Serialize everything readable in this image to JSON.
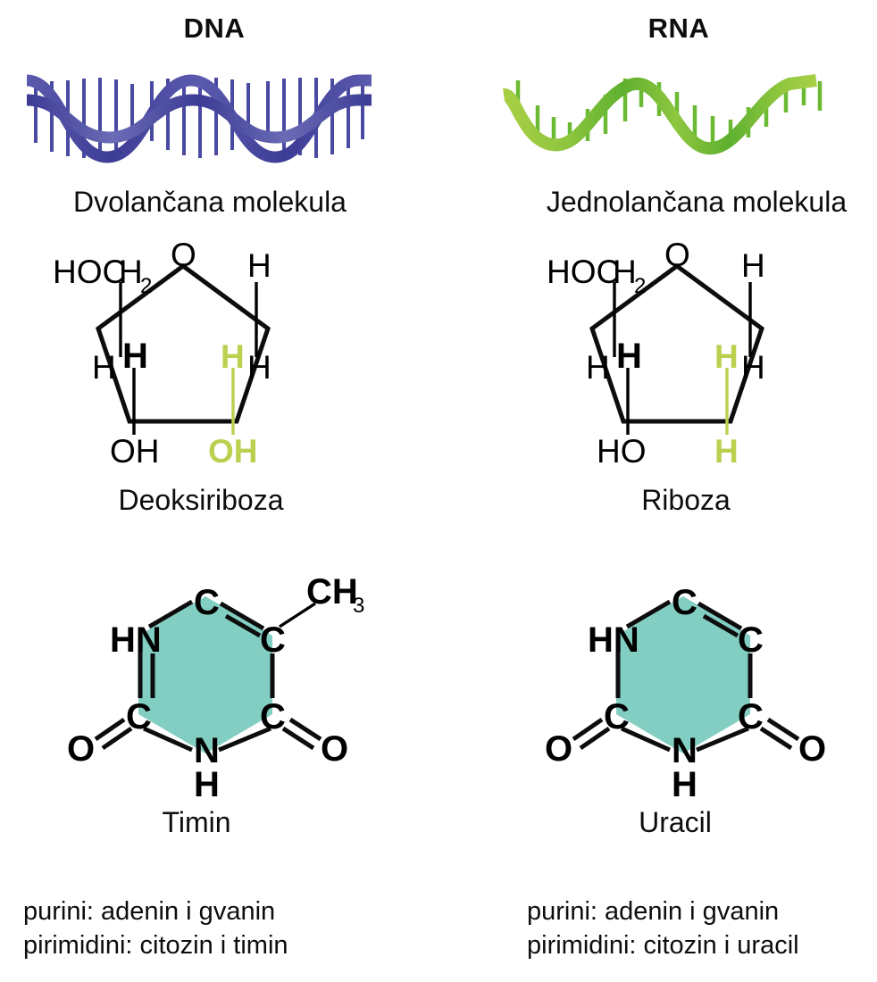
{
  "figure": {
    "title_dna": "DNA",
    "title_rna": "RNA",
    "colors": {
      "dna_helix": "#3c3c96",
      "dna_helix_light": "#6a6ab5",
      "rna_strand_dark": "#5fb030",
      "rna_strand_light": "#a8cf45",
      "rna_tick": "#6cba33",
      "sugar_fill": "#79c043",
      "base_fill": "#83cec2",
      "highlight": "#bcd04f",
      "outline": "#0d0d0d",
      "text": "#0d0d0d",
      "background": "#ffffff"
    }
  },
  "columns": [
    {
      "id": "dna",
      "title": "DNA",
      "strand_caption": "Dvolančana molekula",
      "sugar": {
        "name": "Deoksiriboza",
        "labels": {
          "top_left": "HOC",
          "top_left_h": "H",
          "top_left_sub": "2",
          "apex": "O",
          "right_top": "H",
          "right_bottom": "H",
          "left_bottom": "H",
          "inner_left": "H",
          "inner_right": "H",
          "bottom_left": "OH",
          "bottom_right": "OH"
        },
        "highlighted": [
          "inner_right",
          "bottom_right"
        ]
      },
      "base": {
        "name": "Timin",
        "atoms": {
          "top": "C",
          "top_right": "C",
          "bottom_right": "C",
          "bottom": "N",
          "bottom_h": "H",
          "bottom_left": "C",
          "top_left": "HN",
          "methyl": "CH",
          "methyl_sub": "3",
          "oxygen_left": "O",
          "oxygen_right": "O"
        }
      },
      "footer": [
        "purini: adenin i gvanin",
        "pirimidini: citozin i timin"
      ]
    },
    {
      "id": "rna",
      "title": "RNA",
      "strand_caption": "Jednolančana molekula",
      "sugar": {
        "name": "Riboza",
        "labels": {
          "top_left": "HOC",
          "top_left_h": "H",
          "top_left_sub": "2",
          "apex": "O",
          "right_top": "H",
          "right_bottom": "H",
          "left_bottom": "H",
          "inner_left": "H",
          "inner_right": "H",
          "bottom_left": "HO",
          "bottom_right": "H"
        },
        "highlighted": [
          "inner_right",
          "bottom_right"
        ]
      },
      "base": {
        "name": "Uracil",
        "atoms": {
          "top": "C",
          "top_right": "C",
          "bottom_right": "C",
          "bottom": "N",
          "bottom_h": "H",
          "bottom_left": "C",
          "top_left": "HN",
          "oxygen_left": "O",
          "oxygen_right": "O"
        }
      },
      "footer": [
        "purini: adenin i gvanin",
        "pirimidini: citozin i uracil"
      ]
    }
  ]
}
